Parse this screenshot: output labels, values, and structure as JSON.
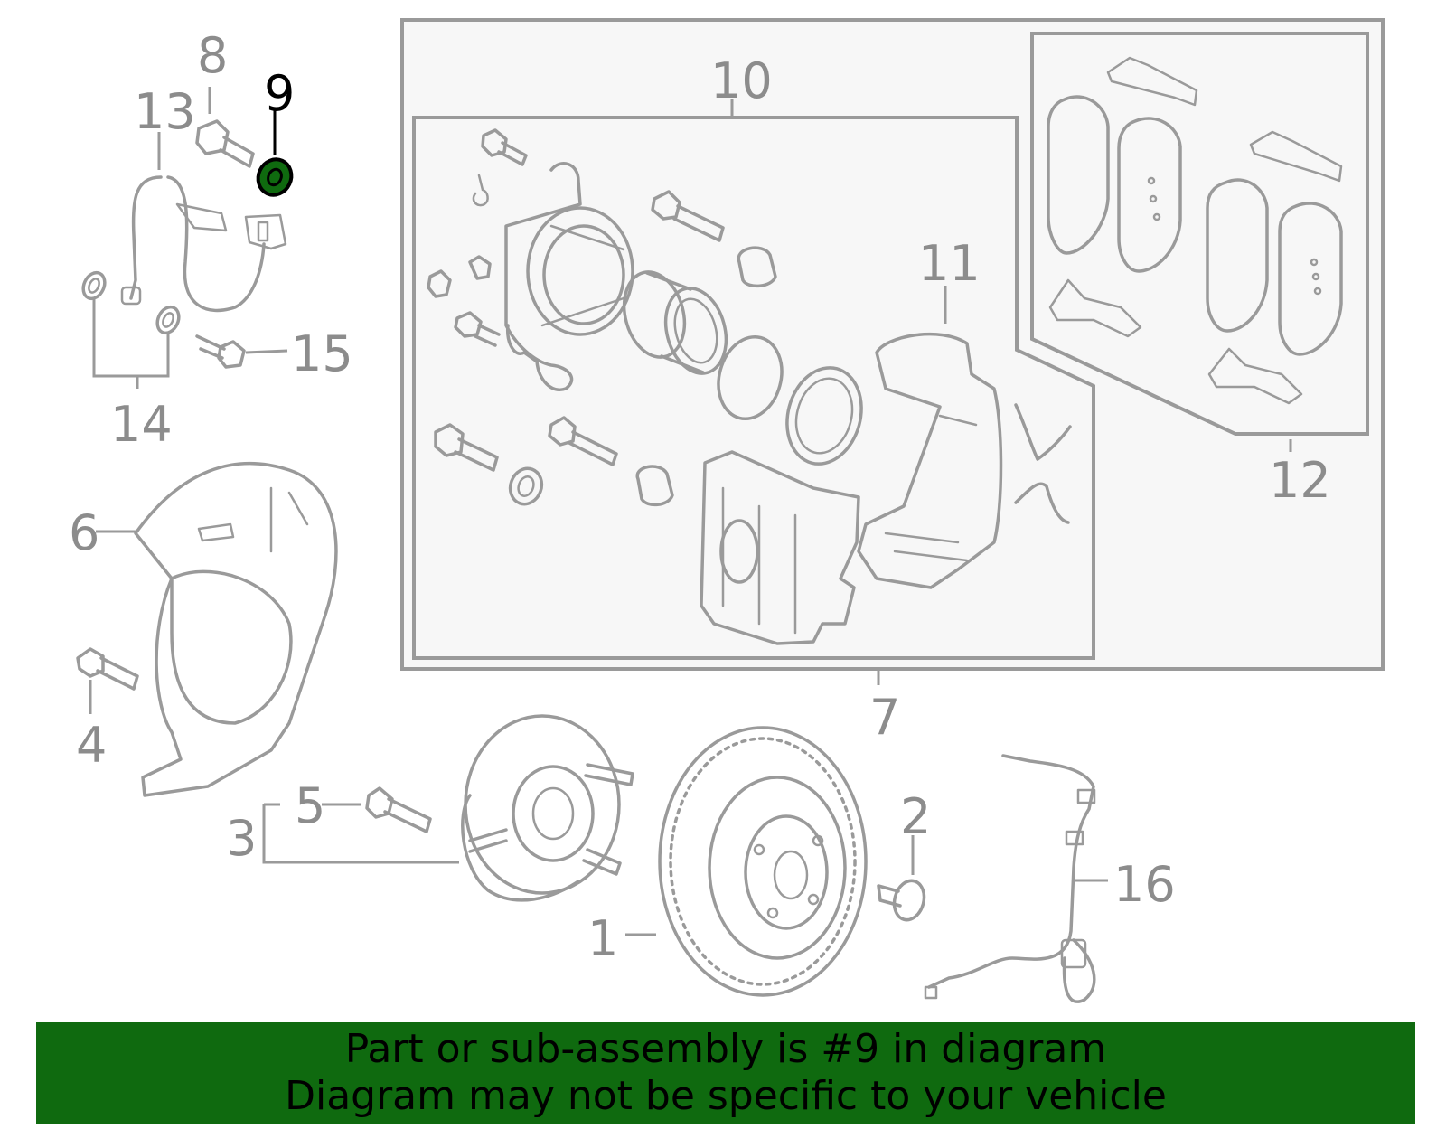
{
  "highlight": {
    "part_number": "9",
    "color": "#0f6a0f"
  },
  "callouts": [
    {
      "id": "1",
      "text": "1"
    },
    {
      "id": "2",
      "text": "2"
    },
    {
      "id": "3",
      "text": "3"
    },
    {
      "id": "4",
      "text": "4"
    },
    {
      "id": "5",
      "text": "5"
    },
    {
      "id": "6",
      "text": "6"
    },
    {
      "id": "7",
      "text": "7"
    },
    {
      "id": "8",
      "text": "8"
    },
    {
      "id": "9",
      "text": "9"
    },
    {
      "id": "10",
      "text": "10"
    },
    {
      "id": "11",
      "text": "11"
    },
    {
      "id": "12",
      "text": "12"
    },
    {
      "id": "13",
      "text": "13"
    },
    {
      "id": "14",
      "text": "14"
    },
    {
      "id": "15",
      "text": "15"
    },
    {
      "id": "16",
      "text": "16"
    }
  ],
  "banner": {
    "line1": "Part or sub-assembly is #9 in diagram",
    "line2": "Diagram may not be specific to your vehicle",
    "background": "#0f6a0f"
  }
}
